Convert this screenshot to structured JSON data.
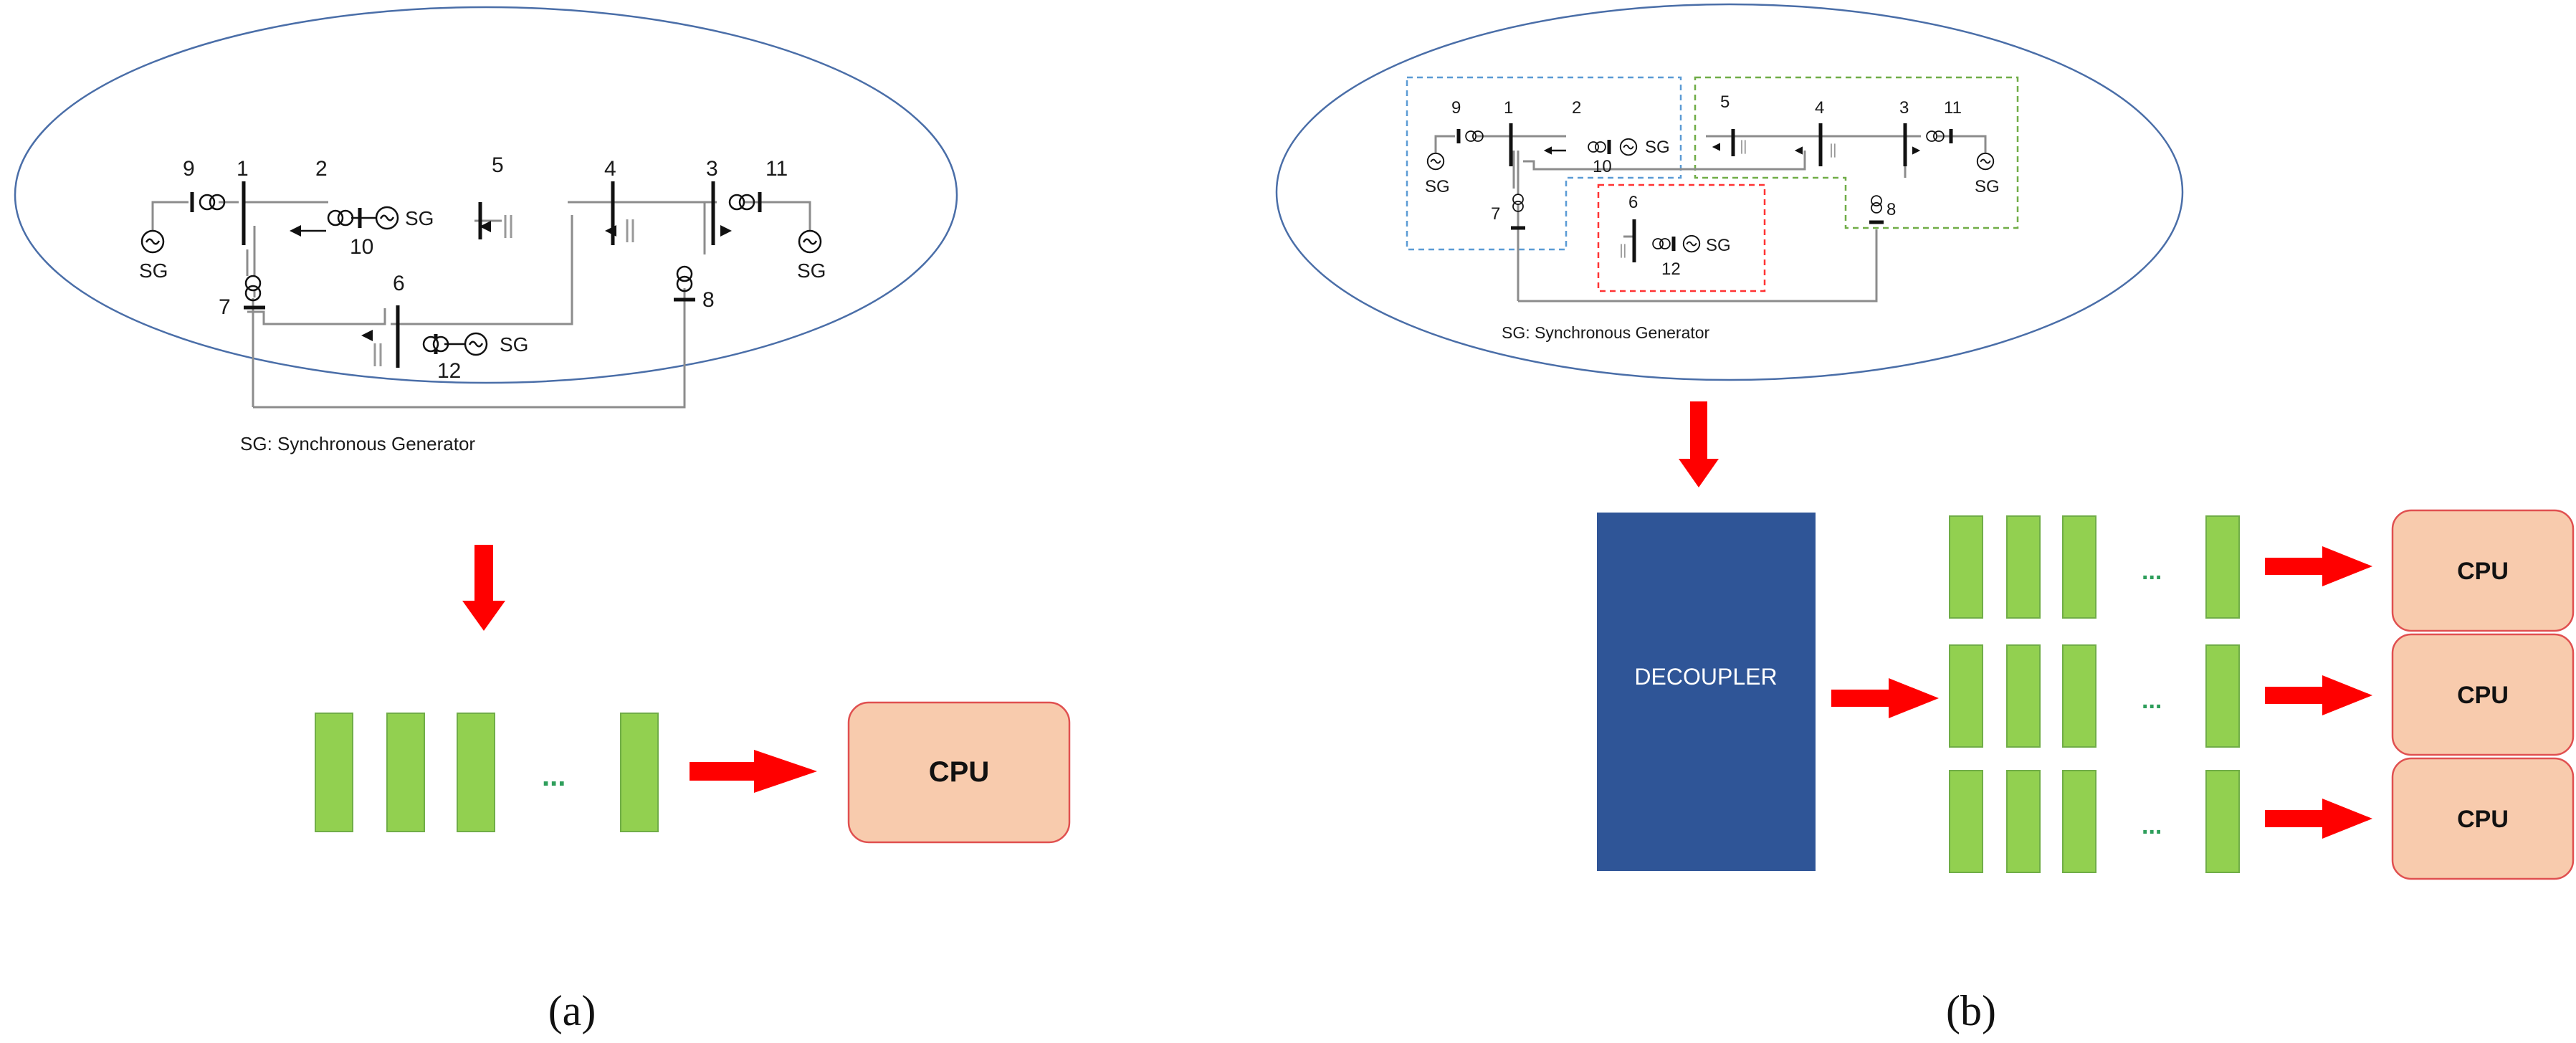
{
  "panel_a": {
    "caption": "(a)",
    "legend": "SG: Synchronous Generator",
    "generator_label": "SG",
    "bus_numbers": [
      "9",
      "1",
      "2",
      "10",
      "5",
      "4",
      "3",
      "11",
      "7",
      "6",
      "8",
      "12"
    ],
    "ellipsis": "...",
    "cpu_label": "CPU"
  },
  "panel_b": {
    "caption": "(b)",
    "legend": "SG: Synchronous Generator",
    "generator_label": "SG",
    "bus_numbers": [
      "9",
      "1",
      "2",
      "10",
      "5",
      "4",
      "3",
      "11",
      "7",
      "6",
      "12",
      "8"
    ],
    "decoupler_label": "DECOUPLER",
    "ellipsis": "...",
    "cpu_labels": [
      "CPU",
      "CPU",
      "CPU"
    ]
  },
  "colors": {
    "arrow": "#ff0000",
    "task_block": "#92d050",
    "cpu_fill": "#f8cbad",
    "decoupler": "#2f5597",
    "ellipse_border": "#4a6ea8",
    "partition_blue": "#5b9bd5",
    "partition_green": "#70ad47",
    "partition_red": "#ff3333"
  }
}
